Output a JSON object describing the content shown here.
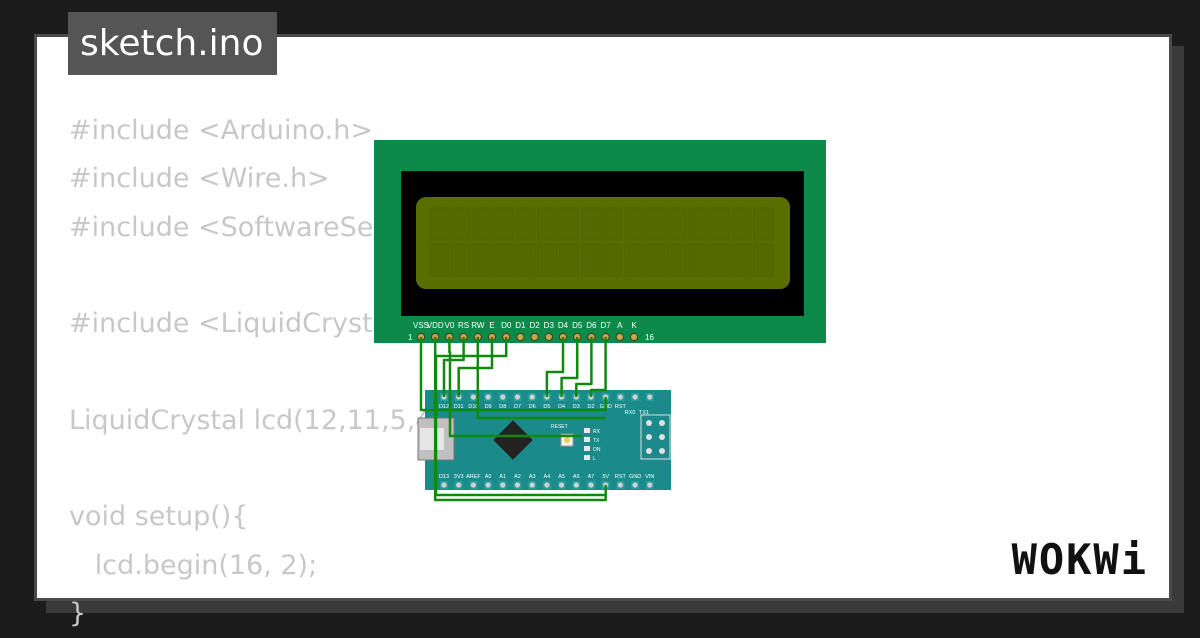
{
  "file_tab": {
    "label": "sketch.ino"
  },
  "code": {
    "lines": [
      "#include <Arduino.h>",
      "#include <Wire.h>",
      "#include <SoftwareSerial.h>",
      "",
      "#include <LiquidCrystal.h>",
      "",
      "LiquidCrystal lcd(12,11,5,4,3,2);",
      "",
      "void setup(){",
      "   lcd.begin(16, 2);",
      "}"
    ]
  },
  "lcd": {
    "pin_labels": [
      "VSS",
      "VDD",
      "V0",
      "RS",
      "RW",
      "E",
      "D0",
      "D1",
      "D2",
      "D3",
      "D4",
      "D5",
      "D6",
      "D7",
      "A",
      "K"
    ],
    "pin_first": "1",
    "pin_last": "16",
    "colors": {
      "board": "#0b8a4a",
      "bezel": "#000000",
      "screen": "#5a6e00"
    }
  },
  "nano": {
    "top_header_labels": [
      "D12",
      "D11",
      "D10",
      "D9",
      "D8",
      "D7",
      "D6",
      "D5",
      "D4",
      "D3",
      "D2",
      "GND",
      "RST",
      "RX0",
      "TX1"
    ],
    "bottom_header_labels": [
      "D13",
      "3V3",
      "AREF",
      "A0",
      "A1",
      "A2",
      "A3",
      "A4",
      "A5",
      "A6",
      "A7",
      "5V",
      "RST",
      "GND",
      "VIN"
    ],
    "led_labels": [
      "RX",
      "TX",
      "ON",
      "L"
    ],
    "reset_label": "RESET",
    "colors": {
      "board": "#1a8a8a",
      "wire": "#0f8a0f"
    }
  },
  "brand": {
    "name": "WOKWi"
  }
}
